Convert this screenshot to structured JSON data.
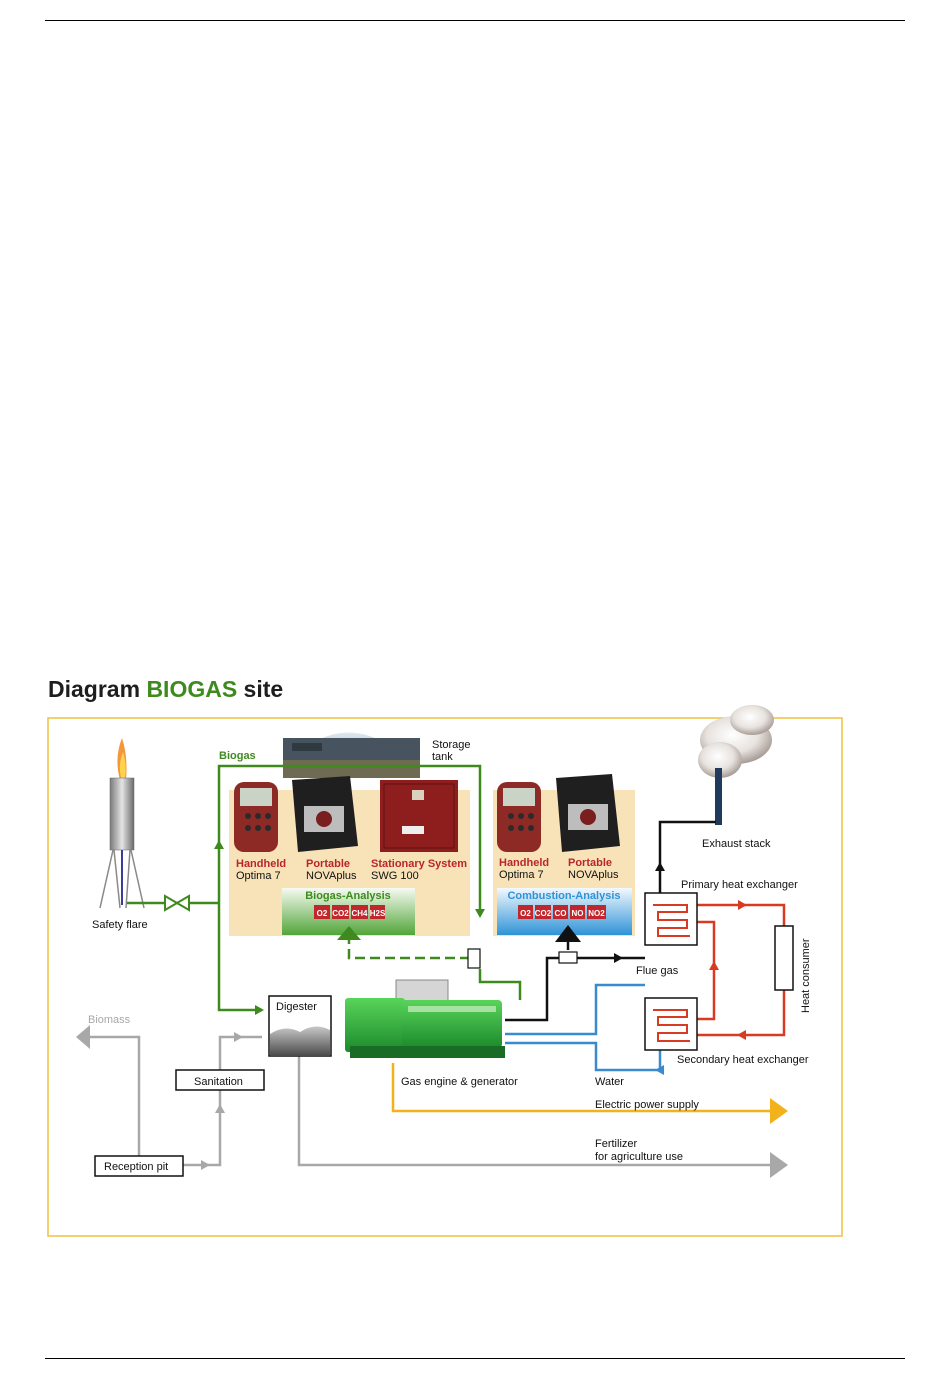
{
  "page": {
    "title_prefix": "Diagram ",
    "title_highlight": "BIOGAS",
    "title_suffix": " site"
  },
  "diagram": {
    "labels": {
      "biogas": "Biogas",
      "storage_tank": [
        "Storage",
        "tank"
      ],
      "safety_flare": "Safety flare",
      "exhaust_stack": "Exhaust stack",
      "primary_heat_exchanger": "Primary heat exchanger",
      "secondary_heat_exchanger": "Secondary heat exchanger",
      "flue_gas": "Flue gas",
      "heat_consumer": "Heat consumer",
      "biomass": "Biomass",
      "digester": "Digester",
      "sanitation": "Sanitation",
      "reception_pit": "Reception pit",
      "gas_engine": "Gas engine & generator",
      "water": "Water",
      "electric_power": "Electric power supply",
      "fertilizer": [
        "Fertilizer",
        "for agriculture use"
      ]
    },
    "biogas_panel": {
      "devices": [
        {
          "line1": "Handheld",
          "line2": "Optima 7"
        },
        {
          "line1": "Portable",
          "line2": "NOVAplus"
        },
        {
          "line1": "Stationary System",
          "line2": "SWG 100"
        }
      ],
      "analysis_title": "Biogas-Analysis",
      "gases": [
        "O2",
        "CO2",
        "CH4",
        "H2S"
      ]
    },
    "combustion_panel": {
      "devices": [
        {
          "line1": "Handheld",
          "line2": "Optima 7"
        },
        {
          "line1": "Portable",
          "line2": "NOVAplus"
        }
      ],
      "analysis_title": "Combustion-Analysis",
      "gases": [
        "O2",
        "CO2",
        "CO",
        "NO",
        "NO2"
      ]
    },
    "colors": {
      "biogas_line": "#3f8a1e",
      "flue_line": "#111111",
      "heat_line": "#d93a22",
      "water_line": "#3a8ad0",
      "power_line": "#f3b21c",
      "biomass_line": "#a8a8a8",
      "frame": "#f0c140",
      "panel": "#f8e2b8",
      "gas_chip": "#c0272d",
      "device_label": "#b8262b"
    }
  }
}
